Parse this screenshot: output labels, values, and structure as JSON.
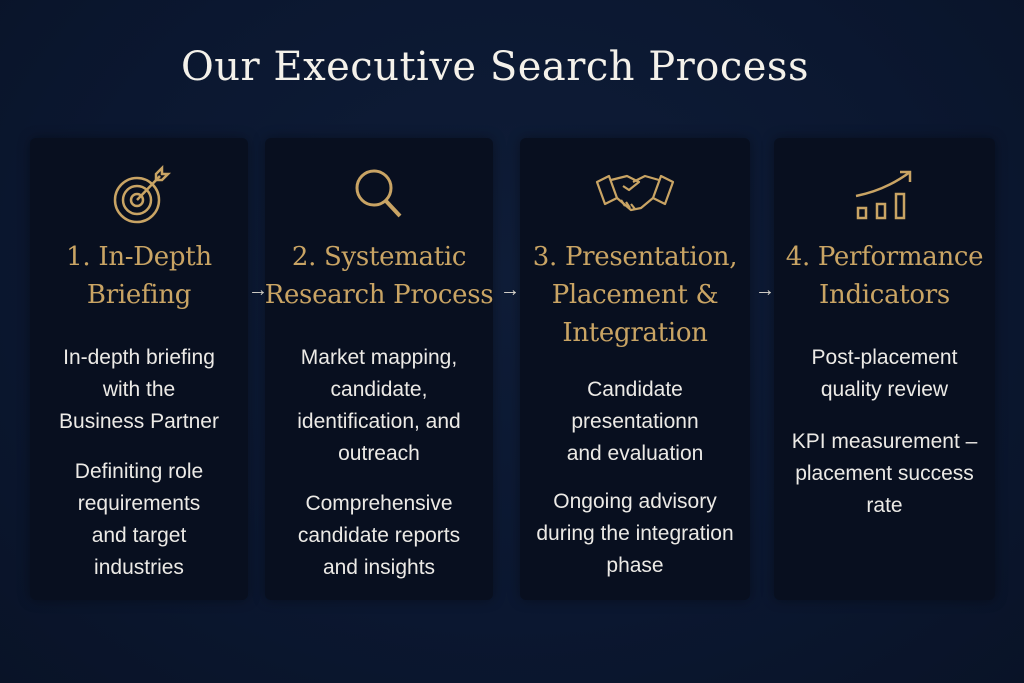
{
  "title": "Our Executive Search Process",
  "accent_color": "#c9a464",
  "steps": [
    {
      "icon": "target-icon",
      "heading": "1. In-Depth\nBriefing",
      "points": [
        "In-depth briefing\nwith the\nBusiness Partner",
        "Definiting role\nrequirements\nand target\nindustries"
      ]
    },
    {
      "icon": "magnifier-icon",
      "heading": "2. Systematic\nResearch Process",
      "points": [
        "Market mapping,\ncandidate,\nidentification, and\noutreach",
        "Comprehensive\ncandidate reports\nand insights"
      ]
    },
    {
      "icon": "handshake-icon",
      "heading": "3. Presentation,\nPlacement &\nIntegration",
      "points": [
        "Candidate\npresentationn\nand evaluation",
        "Ongoing advisory\nduring the integration\nphase"
      ]
    },
    {
      "icon": "growth-chart-icon",
      "heading": "4. Performance\nIndicators",
      "points": [
        "Post-placement\nquality review",
        "KPI measurement –\nplacement success\nrate"
      ]
    }
  ],
  "arrow": "→"
}
